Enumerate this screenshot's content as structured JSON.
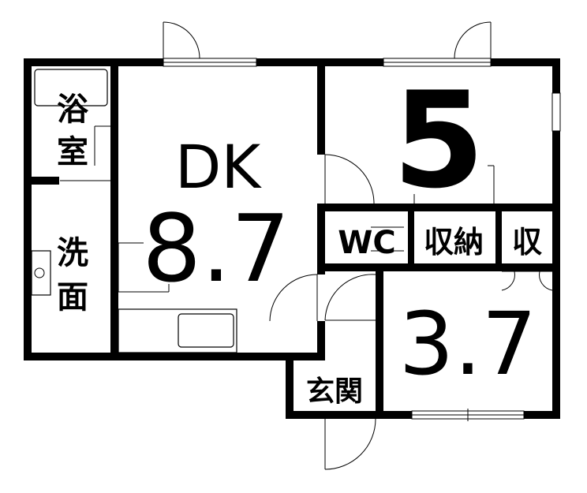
{
  "rooms": {
    "bath": {
      "label_1": "浴",
      "label_2": "室"
    },
    "washroom": {
      "label_1": "洗",
      "label_2": "面"
    },
    "dk": {
      "label": "DK",
      "size": "8.7"
    },
    "room_a": {
      "size": "5"
    },
    "wc": {
      "label": "WC"
    },
    "closet_1": {
      "label": "収納"
    },
    "closet_2": {
      "label": "収"
    },
    "room_b": {
      "size": "3.7"
    },
    "entrance": {
      "label": "玄関"
    }
  }
}
